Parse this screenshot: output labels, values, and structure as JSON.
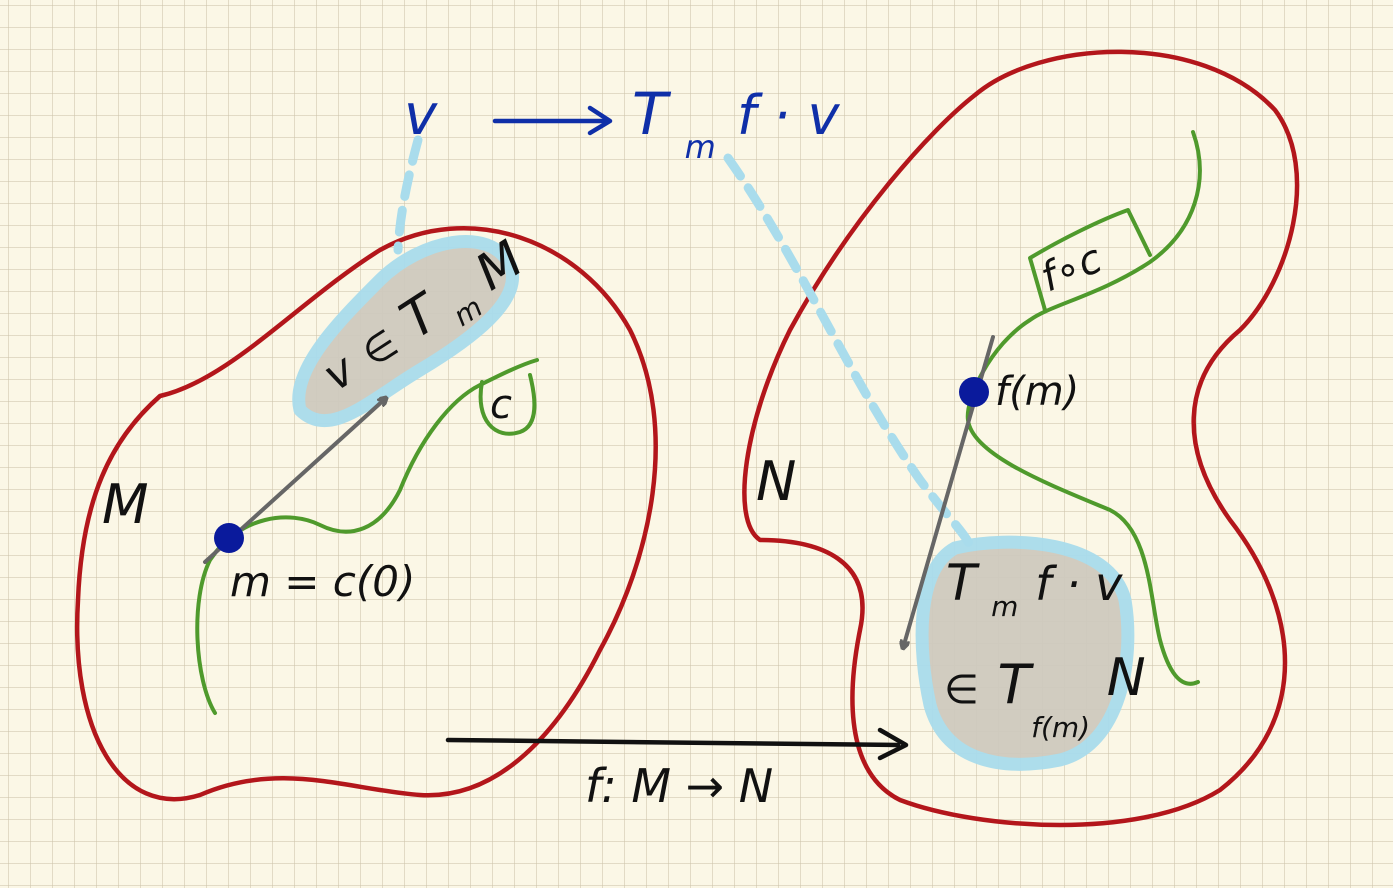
{
  "labels": {
    "manifold_m": "M",
    "manifold_n": "N",
    "point_m": "m = c(0)",
    "curve_c": "c",
    "tangent_space_m_v": "v",
    "tangent_space_m_in": "∈",
    "tangent_space_m_T": "T",
    "tangent_space_m_sub": "m",
    "tangent_space_m_M": "M",
    "composition_box": "f∘c",
    "point_fm": "f(m)",
    "pushforward_T": "T",
    "pushforward_sub": "m",
    "pushforward_rest": "f · v",
    "tangent_space_n_in": "∈",
    "tangent_space_n_T": "T",
    "tangent_space_n_sub": "f(m)",
    "tangent_space_n_N": "N",
    "map_label": "f: M → N",
    "top_v": "v",
    "top_T": "T",
    "top_sub": "m",
    "top_rest": "f · v"
  },
  "colors": {
    "paper": "#fbf7e6",
    "manifold_outline": "#b3161b",
    "curve": "#4f9a2c",
    "point": "#0a1a9c",
    "vector": "#666666",
    "top_text": "#0f2fa8",
    "highlight": "#a9dcec",
    "tangent_fill": "#cfcabe",
    "ink": "#111111"
  }
}
